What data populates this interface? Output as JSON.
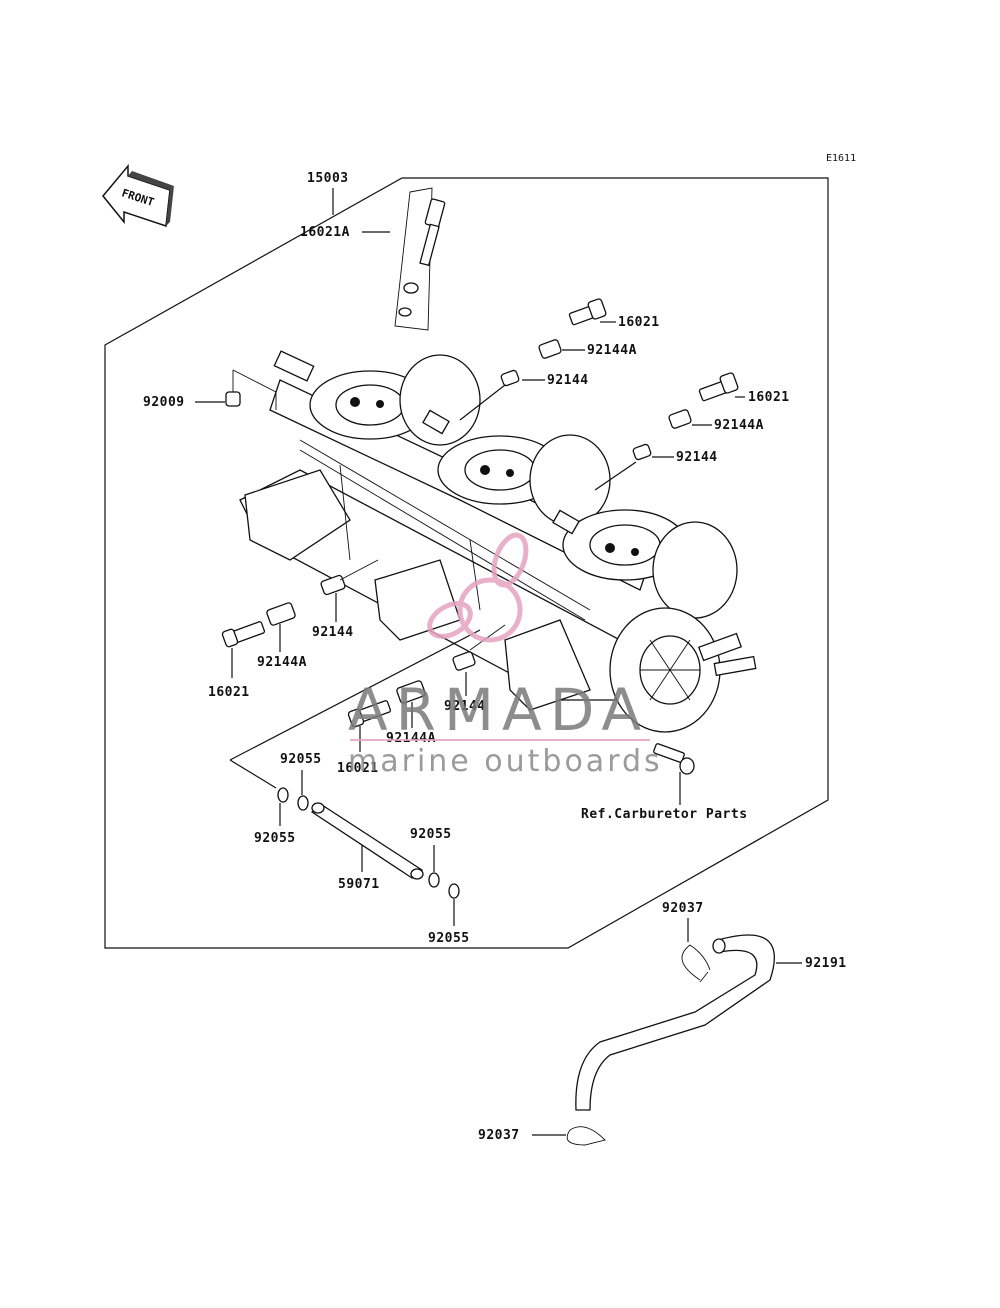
{
  "diagram_code": "E1611",
  "front_label": "FRONT",
  "callouts": {
    "assembly": "15003",
    "screw_a_top": "16021A",
    "screw_upper_1": "16021",
    "spring_a_upper_1": "92144A",
    "spring_upper_1": "92144",
    "screw_upper_2": "16021",
    "spring_a_upper_2": "92144A",
    "spring_upper_2": "92144",
    "cap": "92009",
    "spring_mid_left": "92144",
    "spring_a_left": "92144A",
    "screw_left": "16021",
    "spring_mid_center": "92144",
    "spring_a_center": "92144A",
    "screw_center": "16021",
    "ref": "Ref.Carburetor Parts",
    "oring_1": "92055",
    "oring_2": "92055",
    "oring_3": "92055",
    "oring_4": "92055",
    "pipe": "59071",
    "clamp_top": "92037",
    "clamp_bottom": "92037",
    "hose": "92191"
  },
  "watermark": {
    "brand": "ARMADA",
    "tagline": "marine outboards",
    "brand_color": "#e6a3c1"
  }
}
